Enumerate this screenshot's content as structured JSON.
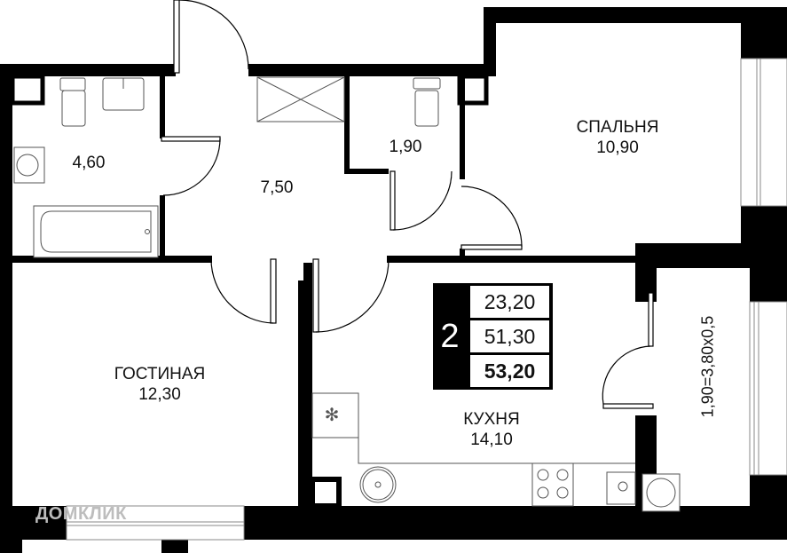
{
  "plan": {
    "rooms_count": "2",
    "areas": {
      "living": "23,20",
      "total": "51,30",
      "total_with_balcony": "53,20"
    },
    "rooms": [
      {
        "id": "bathroom",
        "name": "",
        "area": "4,60"
      },
      {
        "id": "hallway",
        "name": "",
        "area": "7,50"
      },
      {
        "id": "toilet",
        "name": "",
        "area": "1,90"
      },
      {
        "id": "bedroom",
        "name": "СПАЛЬНЯ",
        "area": "10,90"
      },
      {
        "id": "living-room",
        "name": "ГОСТИНАЯ",
        "area": "12,30"
      },
      {
        "id": "kitchen",
        "name": "КУХНЯ",
        "area": "14,10"
      }
    ],
    "balcony": {
      "label": "1,90=3,80x0,5"
    },
    "watermark": "ДОМКЛИК",
    "colors": {
      "wall": "#000000",
      "background": "#ffffff",
      "fixture": "#555555",
      "watermark": "#bdbdbd"
    }
  }
}
